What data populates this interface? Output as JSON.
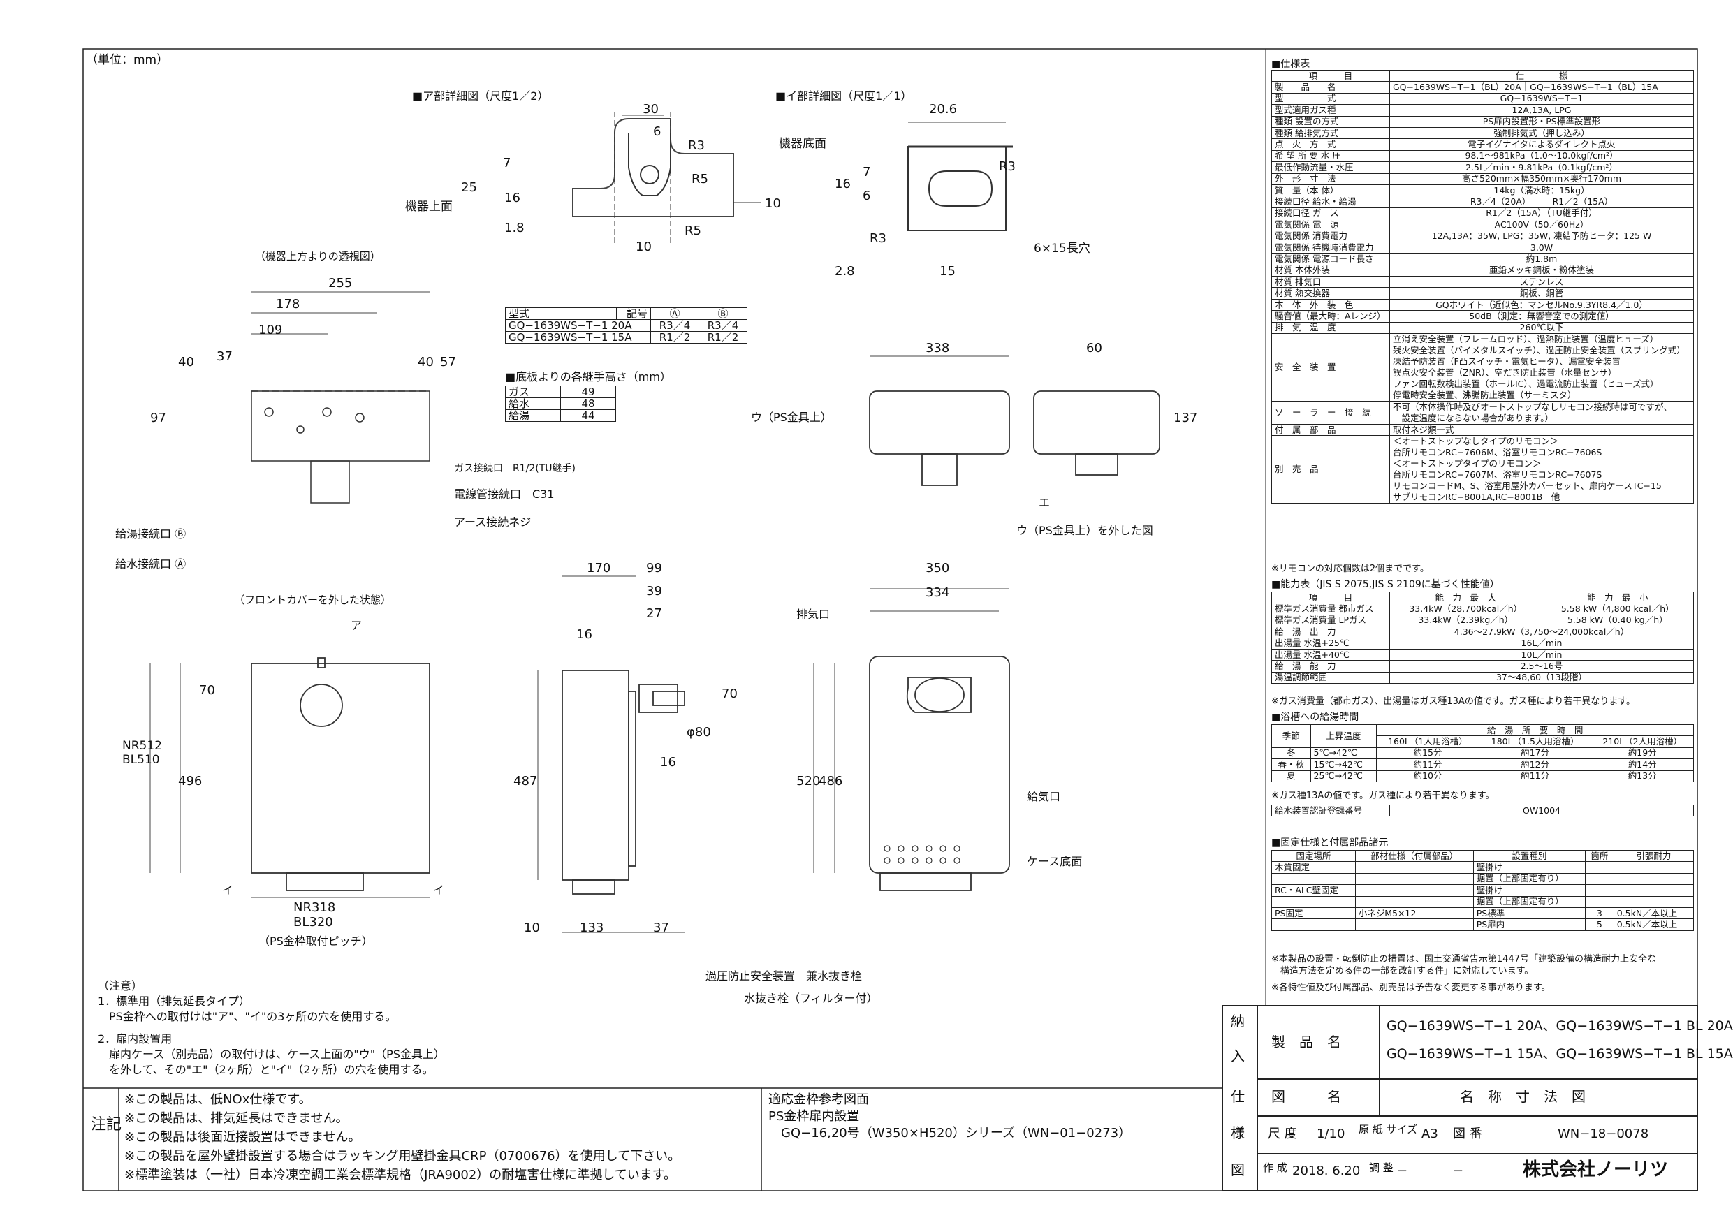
{
  "unit": "（単位：mm）",
  "views": {
    "detail_a_title": "■ア部詳細図（尺度1／2）",
    "detail_i_title": "■イ部詳細図（尺度1／1）",
    "top_view_title": "（機器上方よりの透視図）",
    "front_view_title": "（フロントカバーを外した状態）",
    "device_top": "機器上面",
    "device_bottom": "機器底面",
    "nr512": "NR512",
    "nr318_bl320": [
      "NR318",
      "BL320"
    ],
    "ps_pitch": "（PS金枠取付ピッチ）",
    "vertical_pitch": [
      "NR512",
      "BL510",
      "（PS金枠取付ピッチ）"
    ],
    "hole": "6×15長穴",
    "callouts": {
      "gas": "ガス接続口　R1/2(TU継手)",
      "wire": "電線管接続口　C31",
      "earth": "アース接続ネジ",
      "hot": "給湯接続口 Ⓑ",
      "water": "給水接続口 Ⓐ",
      "u_ps": "ウ（PS金具上）",
      "e": "エ",
      "u_removed": "ウ（PS金具上）を外した図",
      "exhaust": "排気口",
      "intake": "給気口",
      "case_bottom": "ケース底面",
      "relief": "過圧防止安全装置　兼水抜き栓",
      "drain": "水抜き栓（フィルター付）",
      "a": "ア",
      "i": "イ"
    },
    "dims": {
      "a30": "30",
      "a6": "6",
      "a7": "7",
      "a25": "25",
      "a16": "16",
      "a18": "1.8",
      "a10": "10",
      "a10b": "10",
      "r3": "R3",
      "r5": "R5",
      "r5b": "R5",
      "i206": "20.6",
      "i16": "16",
      "i7": "7",
      "i6": "6",
      "i28": "2.8",
      "i15": "15",
      "ir3": "R3",
      "ir3b": "R3",
      "t255": "255",
      "t178": "178",
      "t109": "109",
      "t37": "37",
      "t40": "40",
      "t40b": "40",
      "t57": "57",
      "t97": "97",
      "s338": "338",
      "s60": "60",
      "s137": "137",
      "f70": "70",
      "f496": "496",
      "side170": "170",
      "side99": "99",
      "side39": "39",
      "side27": "27",
      "side16": "16",
      "side16b": "16",
      "side70": "70",
      "side80": "φ80",
      "side487": "487",
      "side10": "10",
      "side133": "133",
      "side37": "37",
      "fr350": "350",
      "fr334": "334",
      "fr520": "520",
      "fr486": "486"
    }
  },
  "conn_table": {
    "header": [
      "型式",
      "記号",
      "Ⓐ",
      "Ⓑ"
    ],
    "rows": [
      [
        "GQ−1639WS−T−1 20A",
        "R3／4",
        "R3／4"
      ],
      [
        "GQ−1639WS−T−1 15A",
        "R1／2",
        "R1／2"
      ]
    ]
  },
  "height_table": {
    "title": "■底板よりの各継手高さ（mm）",
    "rows": [
      [
        "ガス",
        "49"
      ],
      [
        "給水",
        "48"
      ],
      [
        "給湯",
        "44"
      ]
    ]
  },
  "spec": {
    "title": "■仕様表",
    "head": [
      "項　　　目",
      "仕　　　　様"
    ],
    "rows": [
      [
        "製　　品　　名",
        "GQ−1639WS−T−1（BL）20A｜GQ−1639WS−T−1（BL）15A"
      ],
      [
        "型　　　　　式",
        "GQ−1639WS−T−1"
      ],
      [
        "型式適用ガス種",
        "12A,13A, LPG"
      ],
      [
        "種類 設置の方式",
        "PS扉内設置形・PS標準設置形"
      ],
      [
        "種類 給排気方式",
        "強制排気式（押し込み）"
      ],
      [
        "点　火　方　式",
        "電子イグナイタによるダイレクト点火"
      ],
      [
        "希 望 所 要 水 圧",
        "98.1〜981kPa（1.0〜10.0kgf/cm²）"
      ],
      [
        "最低作動流量・水圧",
        "2.5L／min・9.81kPa（0.1kgf/cm²）"
      ],
      [
        "外　形　寸　法",
        "高さ520mm×幅350mm×奥行170mm"
      ],
      [
        "質　量（本 体）",
        "14kg（満水時：15kg）"
      ],
      [
        "接続口径 給水・給湯",
        "R3／4（20A）　　　R1／2（15A）"
      ],
      [
        "接続口径 ガ　ス",
        "R1／2（15A）（TU継手付）"
      ],
      [
        "電気関係 電　源",
        "AC100V（50／60Hz）"
      ],
      [
        "電気関係 消費電力",
        "12A,13A：35W, LPG：35W, 凍結予防ヒータ：125 W"
      ],
      [
        "電気関係 待機時消費電力",
        "3.0W"
      ],
      [
        "電気関係 電源コード長さ",
        "約1.8m"
      ],
      [
        "材質 本体外装",
        "亜鉛メッキ鋼板・粉体塗装"
      ],
      [
        "材質 排気口",
        "ステンレス"
      ],
      [
        "材質 熱交換器",
        "銅板、銅管"
      ],
      [
        "本　体　外　装　色",
        "GQホワイト（近似色：マンセルNo.9.3YR8.4／1.0）"
      ],
      [
        "騒音値（最大時：Aレンジ）",
        "50dB（測定：無響音室での測定値）"
      ],
      [
        "排　気　温　度",
        "260℃以下"
      ]
    ],
    "safety_label": "安　全　装　置",
    "safety": [
      "立消え安全装置（フレームロッド）、過熱防止装置（温度ヒューズ）",
      "残火安全装置（バイメタルスイッチ）、過圧防止安全装置（スプリング式）",
      "凍結予防装置（F凸スイッチ・電気ヒータ）、漏電安全装置",
      "誤点火安全装置（ZNR）、空だき防止装置（水量センサ）",
      "ファン回転数検出装置（ホールIC）、過電流防止装置（ヒューズ式）",
      "停電時安全装置、沸騰防止装置（サーミスタ）"
    ],
    "solar_label": "ソ　ー　ラ　ー　接　続",
    "solar": [
      "不可（本体操作時及びオートストップなしリモコン接続時は可ですが、",
      "　設定温度にならない場合があります。）"
    ],
    "accessory_label": "付　属　部　品",
    "accessory": "取付ネジ類一式",
    "options_label": "別　売　品",
    "options": [
      "＜オートストップなしタイプのリモコン＞",
      "台所リモコンRC−7606M、浴室リモコンRC−7606S",
      "＜オートストップタイプのリモコン＞",
      "台所リモコンRC−7607M、浴室リモコンRC−7607S",
      "リモコンコードM、S、浴室用屋外カバーセット、扉内ケースTC−15",
      "サブリモコンRC−8001A,RC−8001B　他"
    ],
    "note": "※リモコンの対応個数は2個までです。"
  },
  "capacity": {
    "title": "■能力表（JIS S 2075,JIS S 2109に基づく性能値）",
    "head": [
      "項　　　目",
      "能　力　最　大",
      "能　力　最　小"
    ],
    "rows": [
      [
        "標準ガス消費量 都市ガス",
        "33.4kW（28,700kcal／h）",
        "5.58 kW（4,800 kcal／h）"
      ],
      [
        "標準ガス消費量 LPガス",
        "33.4kW（2.39kg／h）",
        "5.58 kW（0.40 kg／h）"
      ],
      [
        "給　湯　出　力",
        "4.36〜27.9kW（3,750〜24,000kcal／h）",
        ""
      ],
      [
        "出湯量 水温+25℃",
        "16L／min",
        ""
      ],
      [
        "出湯量 水温+40℃",
        "10L／min",
        ""
      ],
      [
        "給　湯　能　力",
        "2.5〜16号",
        ""
      ],
      [
        "湯温調節範囲",
        "37〜48,60（13段階）",
        ""
      ]
    ],
    "note": "※ガス消費量（都市ガス）、出湯量はガス種13Aの値です。ガス種により若干異なります。"
  },
  "bath": {
    "title": "■浴槽への給湯時間",
    "head1": [
      "季節",
      "上昇温度",
      "給　湯　所　要　時　間"
    ],
    "head2": [
      "160L（1人用浴槽）",
      "180L（1.5人用浴槽）",
      "210L（2人用浴槽）"
    ],
    "rows": [
      [
        "冬",
        "5℃→42℃",
        "約15分",
        "約17分",
        "約19分"
      ],
      [
        "春・秋",
        "15℃→42℃",
        "約11分",
        "約12分",
        "約14分"
      ],
      [
        "夏",
        "25℃→42℃",
        "約10分",
        "約11分",
        "約13分"
      ]
    ],
    "note": "※ガス種13Aの値です。ガス種により若干異なります。",
    "cert_label": "給水装置認証登録番号",
    "cert": "OW1004"
  },
  "fixing": {
    "title": "■固定仕様と付属部品諸元",
    "head": [
      "固定場所",
      "部材仕様（付属部品）",
      "設置種別",
      "箇所",
      "引張耐力"
    ],
    "rows": [
      [
        "木質固定",
        "",
        "壁掛け",
        "",
        ""
      ],
      [
        "",
        "",
        "据置（上部固定有り）",
        "",
        ""
      ],
      [
        "RC・ALC壁固定",
        "",
        "壁掛け",
        "",
        ""
      ],
      [
        "",
        "",
        "据置（上部固定有り）",
        "",
        ""
      ],
      [
        "PS固定",
        "小ネジM5×12",
        "PS標準",
        "3",
        "0.5kN／本以上"
      ],
      [
        "",
        "",
        "PS扉内",
        "5",
        "0.5kN／本以上"
      ]
    ],
    "note1": "※本製品の設置・転倒防止の措置は、国土交通省告示第1447号「建築設備の構造耐力上安全な",
    "note2": "　構造方法を定める件の一部を改訂する件」に対応しています。",
    "note3": "※各特性値及び付属部品、別売品は予告なく変更する事があります。"
  },
  "notes": {
    "head": "（注意）",
    "lines": [
      "1．標準用（排気延長タイプ）",
      "　PS金枠への取付けは\"ア\"、\"イ\"の3ヶ所の穴を使用する。",
      "2．扉内設置用",
      "　扉内ケース（別売品）の取付けは、ケース上面の\"ウ\"（PS金具上）",
      "　を外して、その\"エ\"（2ヶ所）と\"イ\"（2ヶ所）の穴を使用する。"
    ]
  },
  "remarks": {
    "label": "注記",
    "lines": [
      "※この製品は、低NOx仕様です。",
      "※この製品は、排気延長はできません。",
      "※この製品は後面近接設置はできません。",
      "※この製品を屋外壁掛設置する場合はラッキング用壁掛金具CRP（0700676）を使用して下さい。",
      "※標準塗装は（一社）日本冷凍空調工業会標準規格（JRA9002）の耐塩害仕様に準拠しています。"
    ],
    "ref_lines": [
      "適応金枠参考図面",
      "PS金枠扉内設置",
      "　GQ−16,20号（W350×H520）シリーズ（WN−01−0273）"
    ]
  },
  "title_block": {
    "side": [
      "納",
      "入",
      "仕",
      "様",
      "図"
    ],
    "product_label": "製　品　名",
    "product": [
      "GQ−1639WS−T−1 20A、GQ−1639WS−T−1 BL 20A",
      "GQ−1639WS−T−1 15A、GQ−1639WS−T−1 BL 15A"
    ],
    "drawing_label": "図　　　名",
    "drawing": "名　称　寸　法　図",
    "scale_label": "尺 度",
    "scale": "1/10",
    "paper_label": "原 紙 サイズ",
    "paper": "A3",
    "number_label": "図 番",
    "number": "WN−18−0078",
    "created_label": "作 成",
    "created": "2018. 6.20",
    "adjust_label": "調 整",
    "adjust": "−",
    "adjust2": "−",
    "company": "株式会社ノーリツ"
  }
}
